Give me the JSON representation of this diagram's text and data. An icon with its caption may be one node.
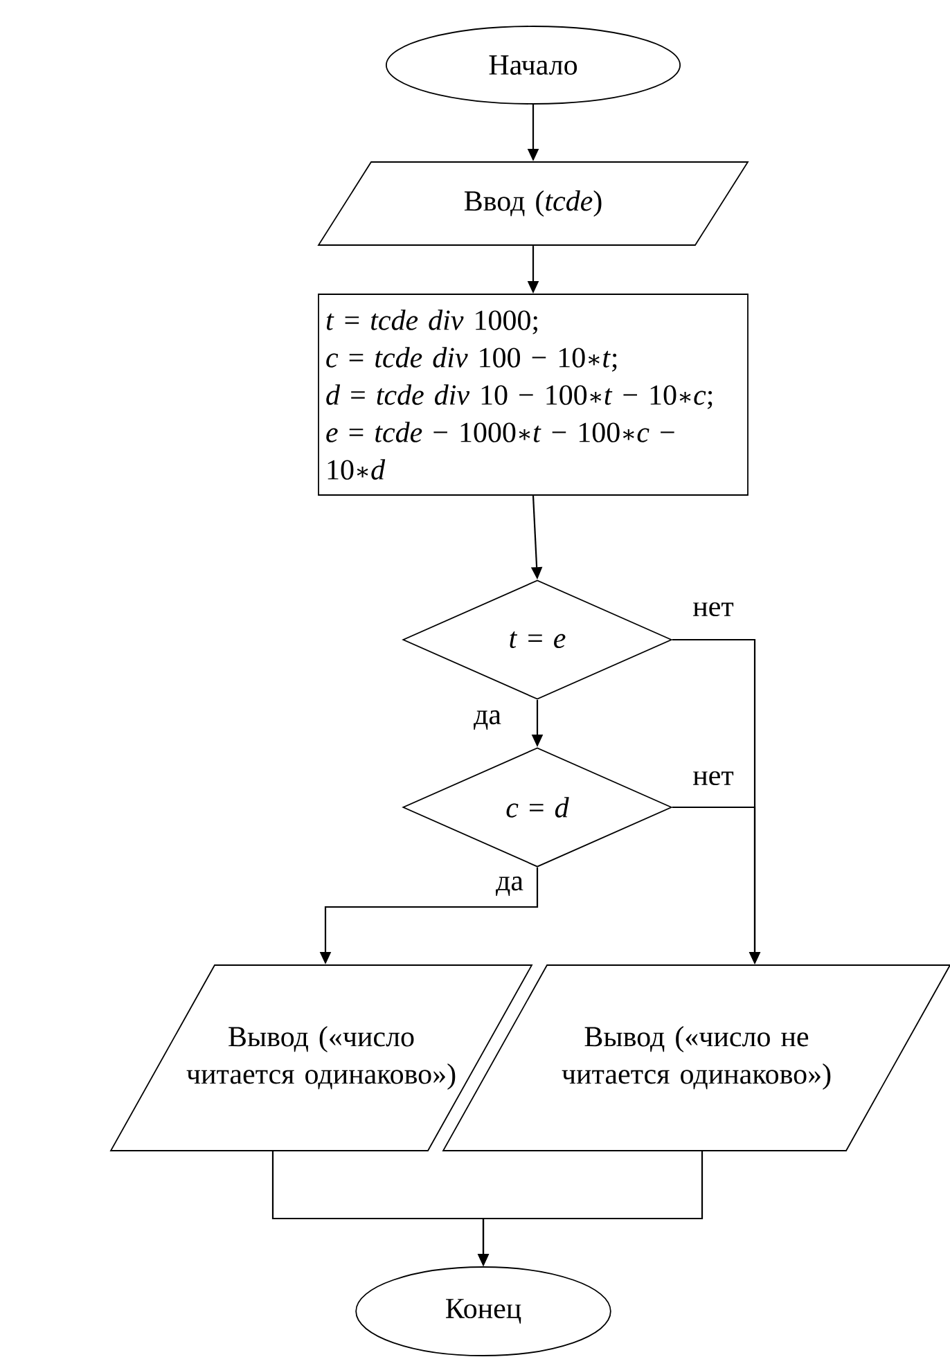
{
  "diagram": {
    "nodes": [
      {
        "text": [
          "Начало"
        ]
      },
      {
        "text": [
          "Ввод (*tcde*)"
        ]
      },
      {
        "text": [
          "*t* = *tcde div* 1000;",
          "*c* = *tcde div* 100 − 10∗*t*;",
          "*d* = *tcde div* 10 − 100∗*t* − 10∗*c*;",
          "*e* = *tcde* − 1000∗*t* − 100∗*c* − 10∗*d*"
        ]
      },
      {
        "text": [
          "*t* = *e*"
        ]
      },
      {
        "text": [
          "*c* = *d*"
        ]
      },
      {
        "text": [
          "Вывод («число читается одинаково»)"
        ]
      },
      {
        "text": [
          "Вывод («число не читается одинаково»)"
        ]
      },
      {
        "text": [
          "Конец"
        ]
      }
    ],
    "edges": [
      {
        "from": 0,
        "to": 1,
        "arrow": "to"
      },
      {
        "from": 1,
        "to": 2,
        "arrow": "to"
      },
      {
        "from": 2,
        "to": 3,
        "arrow": "to"
      },
      {
        "from": 3,
        "to": 4,
        "arrow": "to",
        "label": "да"
      },
      {
        "from": 3,
        "to": 6,
        "arrow": "to",
        "label": "нет"
      },
      {
        "from": 4,
        "to": 6,
        "arrow": "to",
        "label": "нет"
      },
      {
        "from": 4,
        "to": 5,
        "arrow": "to",
        "label": "да"
      },
      {
        "from": 5,
        "to": 7,
        "arrow": "to"
      },
      {
        "from": 6,
        "to": 7,
        "arrow": "to"
      }
    ]
  }
}
